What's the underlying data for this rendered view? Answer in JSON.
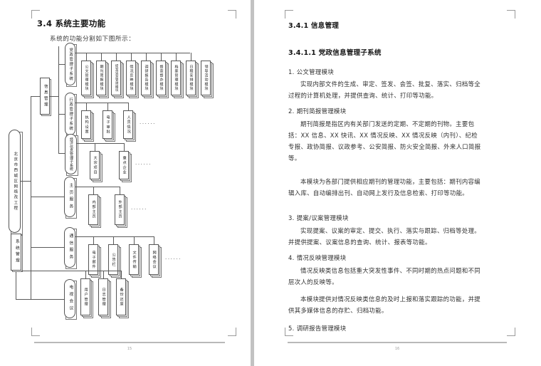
{
  "document": {
    "view": "two-page-spread",
    "left_page": {
      "page_number": "15",
      "heading": "3.4  系统主要功能",
      "lead_text": "系统的功能分割如下图所示：",
      "diagram": {
        "type": "hierarchy-tree",
        "root": "北京市西城区网络改工程",
        "branches": [
          {
            "label": "信息管理",
            "subsystems": [
              {
                "label": "党政管理子系统",
                "modules": [
                  "公文管理模块",
                  "期刊简报模块",
                  "提案议案管理模块",
                  "情况反映模块",
                  "调研报告模块",
                  "督查督办模块",
                  "档案管理模块",
                  "日程安排模块",
                  "领导活动模块"
                ],
                "has_ellipsis": false
              },
              {
                "label": "行政管理子系统",
                "modules": [
                  "执构设置",
                  "电子审批",
                  "人员情况"
                ],
                "has_ellipsis": true
              },
              {
                "label": "经济信息管理子系统",
                "modules": [
                  "大宗项目",
                  "重点企业"
                ],
                "has_ellipsis": true
              }
            ]
          },
          {
            "label": "主页服务",
            "modules": [
              "内部主页",
              "外部主页"
            ],
            "has_ellipsis": true
          },
          {
            "label": "通信服务",
            "modules": [
              "电子邮件",
              "公告栏",
              "文件传输",
              "网络会议"
            ],
            "has_ellipsis": true
          },
          {
            "label": "电视会议",
            "modules": [],
            "has_ellipsis": false
          },
          {
            "label": "系统管理",
            "modules": [
              "用户管理",
              "日志管理",
              "备份还原"
            ],
            "has_ellipsis": false
          }
        ]
      }
    },
    "right_page": {
      "page_number": "16",
      "heading_1": "3.4.1 信息管理",
      "heading_2": "3.4.1.1 党政信息管理子系统",
      "blocks": [
        {
          "kind": "list-item",
          "text": "1. 公文管理模块"
        },
        {
          "kind": "paragraph",
          "text": "实现内部文件的生成、审定、签发、会签、批复、落实、归档等全过程的计算机处理，并提供查询、统计、打印等功能。"
        },
        {
          "kind": "list-item",
          "text": "2. 期刊简报管理模块"
        },
        {
          "kind": "paragraph",
          "text": "期刊简报是指区内有关部门发送的定期、不定期的刊物。主要包括：XX 信息、XX 快讯、XX 情况反映、XX 情况反映（内刊）、纪检专报、政协简报、议政参考、公安简报、防火安全简报、外来人口简报等。"
        },
        {
          "kind": "paragraph",
          "text": "本模块为各部门提供相应期刊的管理功能，主要包括：期刊内容编辑入库、自动编排出刊、自动网上发行及信息检索、打印等功能。"
        },
        {
          "kind": "list-item",
          "text": "3. 提案/议案管理模块"
        },
        {
          "kind": "paragraph",
          "text": "实现提案、议案的审定、提交、执行、落实与跟踪、归档等处理。并提供提案、议案信息的查询、统计、报表等功能。"
        },
        {
          "kind": "list-item",
          "text": "4. 情况反映管理模块"
        },
        {
          "kind": "paragraph",
          "text": "情况反映类信息包括重大突发性事件、不同时期的热点问题和不同层次人的反映等。"
        },
        {
          "kind": "paragraph",
          "text": "本模块提供对情况反映类信息的及时上报和落实跟踪的功能，并提供其多媒体信息的存贮、归档功能。"
        },
        {
          "kind": "list-item",
          "text": "5. 调研报告管理模块"
        }
      ]
    }
  }
}
